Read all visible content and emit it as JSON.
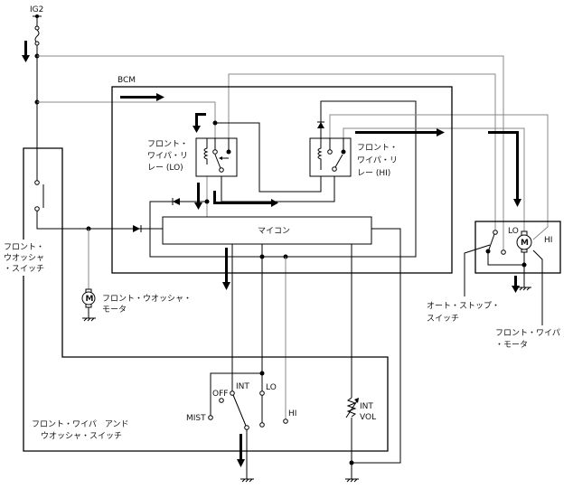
{
  "power": {
    "label": "IG2"
  },
  "bcm": {
    "label": "BCM"
  },
  "microcomputer": {
    "label": "マイコン"
  },
  "relay_lo": {
    "lines": [
      "フロント・",
      "ワイパ・リ",
      "レー (LO)"
    ]
  },
  "relay_hi": {
    "lines": [
      "フロント・",
      "ワイパ・リ",
      "レー (HI)"
    ]
  },
  "washer_switch": {
    "lines": [
      "フロント・",
      "ウオッシャ",
      "・スイッチ"
    ]
  },
  "washer_motor": {
    "lines": [
      "フロント・ウオッシャ・",
      "モータ"
    ],
    "symbol": "M"
  },
  "wiper_motor": {
    "symbol": "M",
    "lo": "LO",
    "hi": "HI",
    "lines": [
      "フロント・ワイパ",
      "・モータ"
    ]
  },
  "auto_stop": {
    "lines": [
      "オート・ストップ・",
      "スイッチ"
    ]
  },
  "combination_switch": {
    "lines": [
      "フロント・ワイパ　アンド",
      "ウオッシャ・スイッチ"
    ],
    "positions": {
      "mist": "MIST",
      "off": "OFF",
      "int": "INT",
      "lo": "LO",
      "hi": "HI"
    },
    "int_vol": [
      "INT",
      "VOL"
    ]
  }
}
